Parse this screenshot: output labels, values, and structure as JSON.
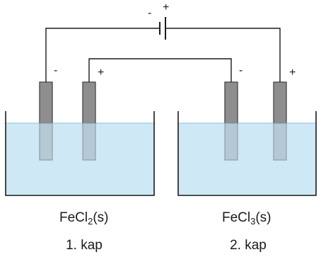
{
  "battery": {
    "neg_sign": "-",
    "pos_sign": "+"
  },
  "electrode_signs": {
    "cell1_left": "-",
    "cell1_right": "+",
    "cell2_left": "-",
    "cell2_right": "+"
  },
  "cells": [
    {
      "compound_prefix": "FeCl",
      "compound_subscript": "2",
      "compound_suffix": "(s)",
      "name": "1. kap"
    },
    {
      "compound_prefix": "FeCl",
      "compound_subscript": "3",
      "compound_suffix": "(s)",
      "name": "2. kap"
    }
  ],
  "colors": {
    "wire": "#1a1a1a",
    "electrode": "#8e8e8e",
    "electrode_submerged": "#b5c9d4",
    "solution": "#cfe8f5",
    "solution_edge": "#a9d3ea"
  }
}
